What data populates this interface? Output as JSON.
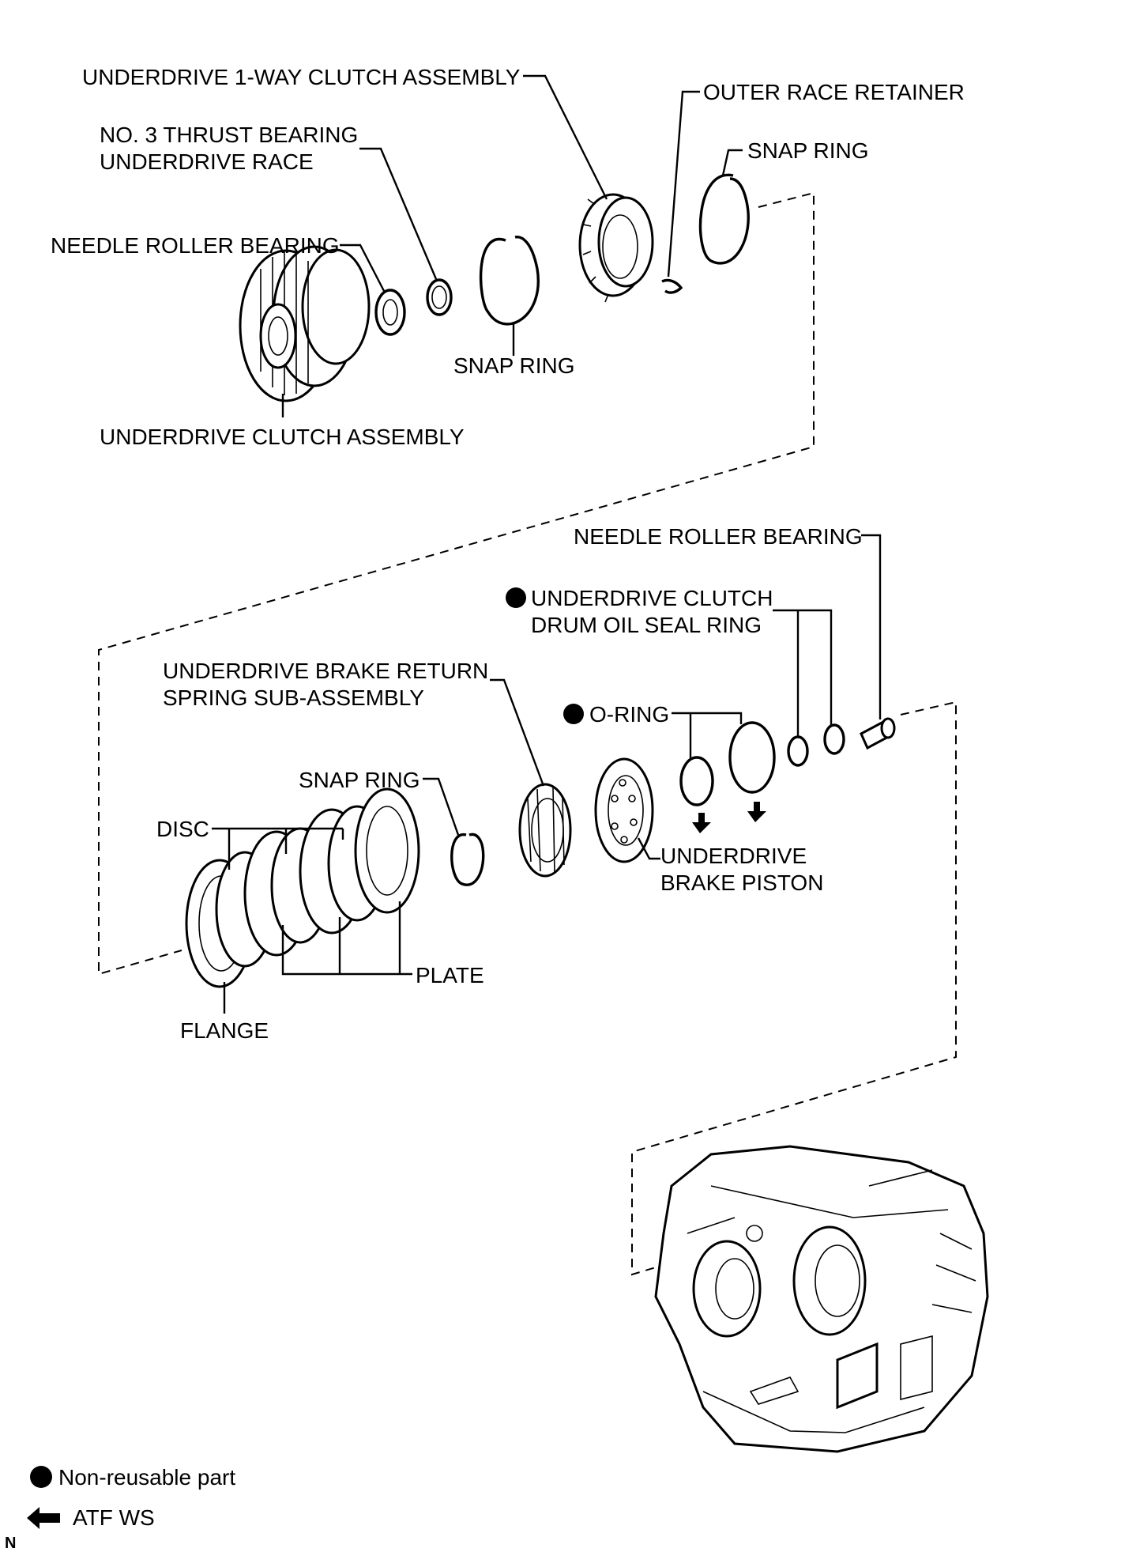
{
  "labels": {
    "underdrive_1way_clutch": "UNDERDRIVE 1-WAY CLUTCH ASSEMBLY",
    "outer_race_retainer": "OUTER RACE RETAINER",
    "no3_thrust_bearing_line1": "NO. 3 THRUST BEARING",
    "no3_thrust_bearing_line2": "UNDERDRIVE RACE",
    "snap_ring_top_right": "SNAP RING",
    "needle_roller_bearing_top": "NEEDLE ROLLER BEARING",
    "snap_ring_top_middle": "SNAP RING",
    "underdrive_clutch_assembly": "UNDERDRIVE CLUTCH ASSEMBLY",
    "needle_roller_bearing_lower": "NEEDLE ROLLER BEARING",
    "underdrive_clutch_drum_seal_line1": "UNDERDRIVE CLUTCH",
    "underdrive_clutch_drum_seal_line2": "DRUM OIL SEAL RING",
    "return_spring_line1": "UNDERDRIVE BRAKE RETURN",
    "return_spring_line2": "SPRING SUB-ASSEMBLY",
    "o_ring": "O-RING",
    "snap_ring_lower": "SNAP RING",
    "disc": "DISC",
    "underdrive_brake_piston_line1": "UNDERDRIVE",
    "underdrive_brake_piston_line2": "BRAKE PISTON",
    "plate": "PLATE",
    "flange": "FLANGE"
  },
  "legend": {
    "non_reusable": "Non-reusable part",
    "atf": "ATF WS"
  },
  "corner_mark": "N"
}
